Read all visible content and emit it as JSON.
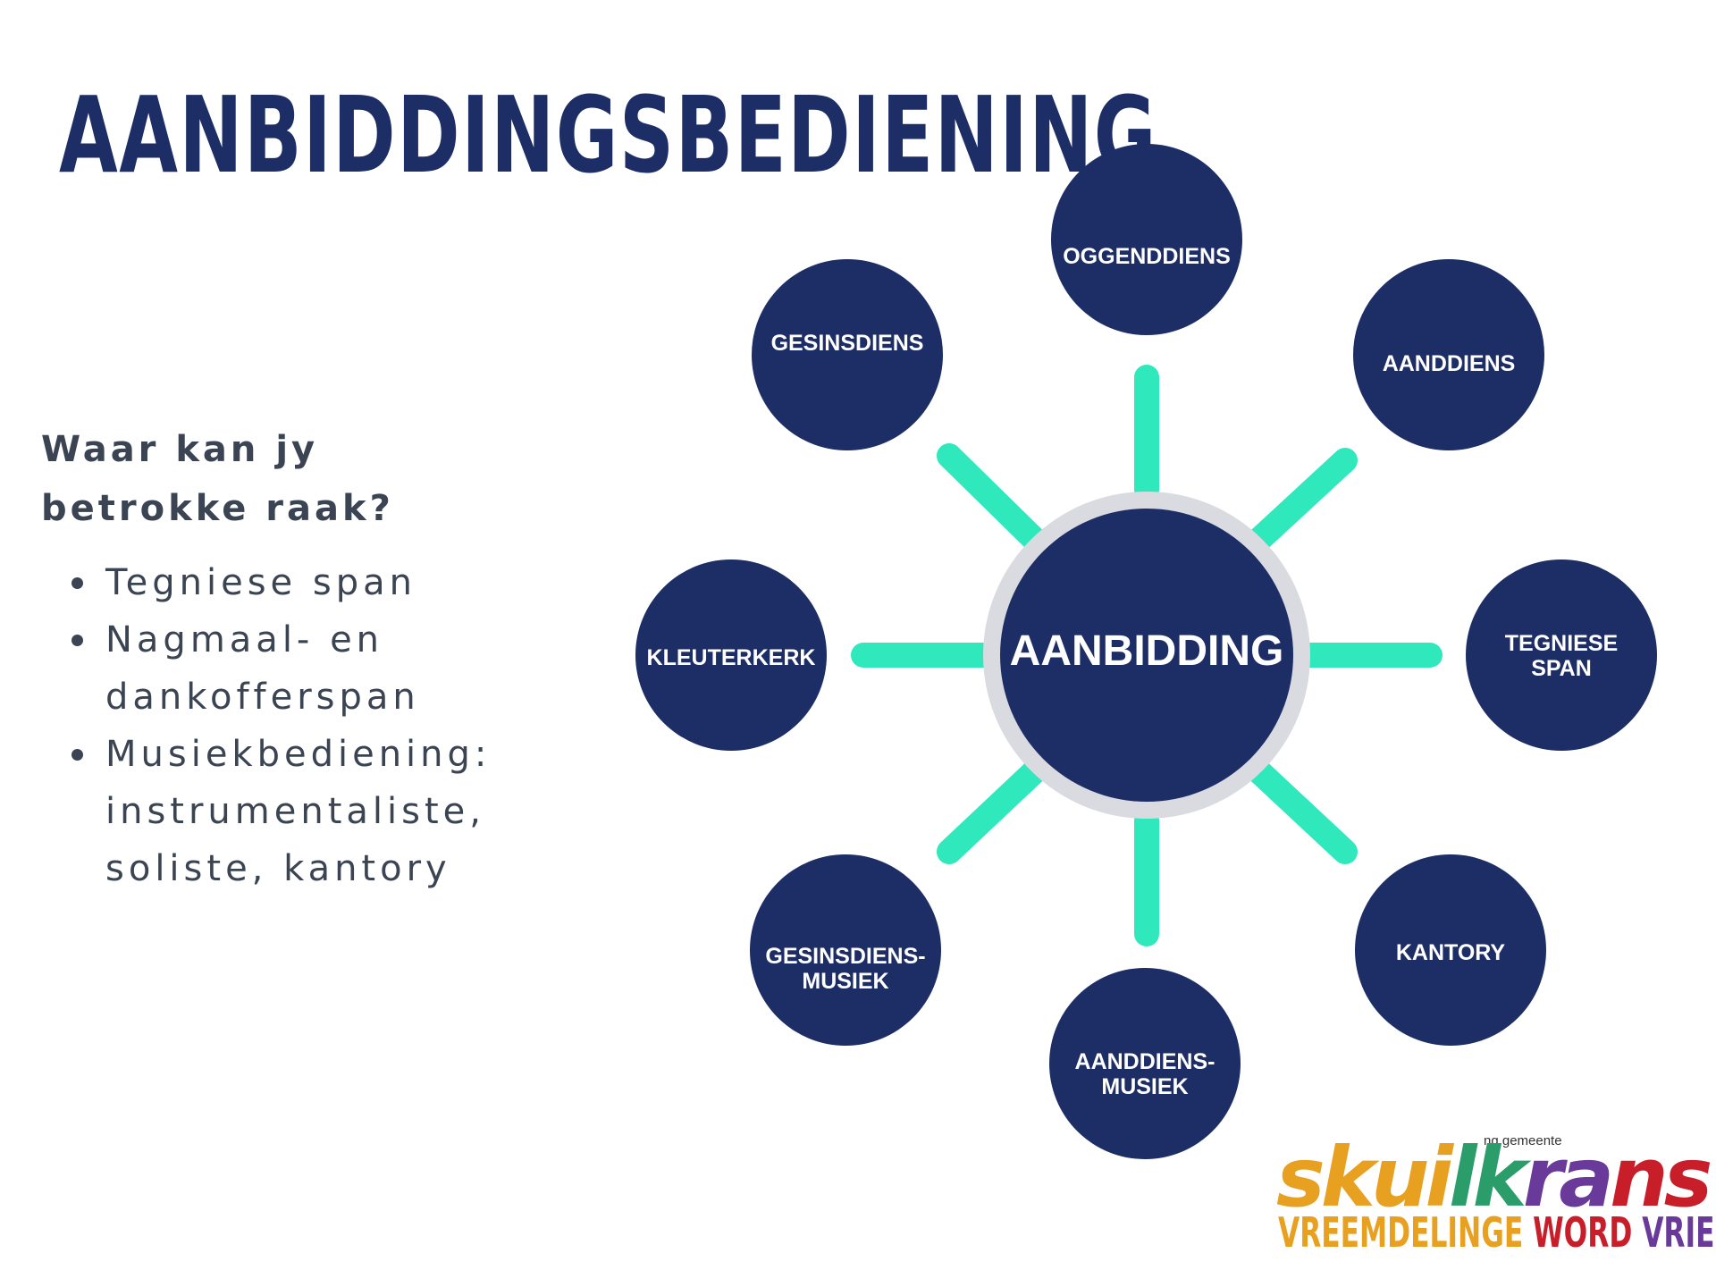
{
  "title": "AANBIDDINGSBEDIENING",
  "question": "Waar kan jy betrokke raak?",
  "bullets": [
    "Tegniese span",
    "Nagmaal- en dankofferspan",
    "Musiekbediening: instrumentaliste, soliste, kantory"
  ],
  "diagram": {
    "center": "AANBIDDING",
    "nodes": {
      "top": [
        "OGGENDDIENS"
      ],
      "top_right": [
        "AANDDIENS"
      ],
      "right": [
        "TEGNIESE",
        "SPAN"
      ],
      "bottom_right": [
        "KANTORY"
      ],
      "bottom": [
        "AANDDIENS-",
        "MUSIEK"
      ],
      "bottom_left": [
        "GESINSDIENS-",
        "MUSIEK"
      ],
      "left": [
        "KLEUTERKERK"
      ],
      "top_left": [
        "GESINSDIENS"
      ]
    }
  },
  "logo": {
    "top": "ng gemeente",
    "word": "skuilkrans",
    "tagline": [
      "VREEMDELINGE",
      "WORD",
      "VRIENDE"
    ]
  },
  "colors": {
    "navy": "#1d2d66",
    "teal": "#2fe8bb",
    "ring": "#d9dbe0",
    "text": "#3b4452",
    "tag_orange": "#e8a020",
    "tag_red": "#c81e2a",
    "tag_purple": "#6a3a9a"
  }
}
